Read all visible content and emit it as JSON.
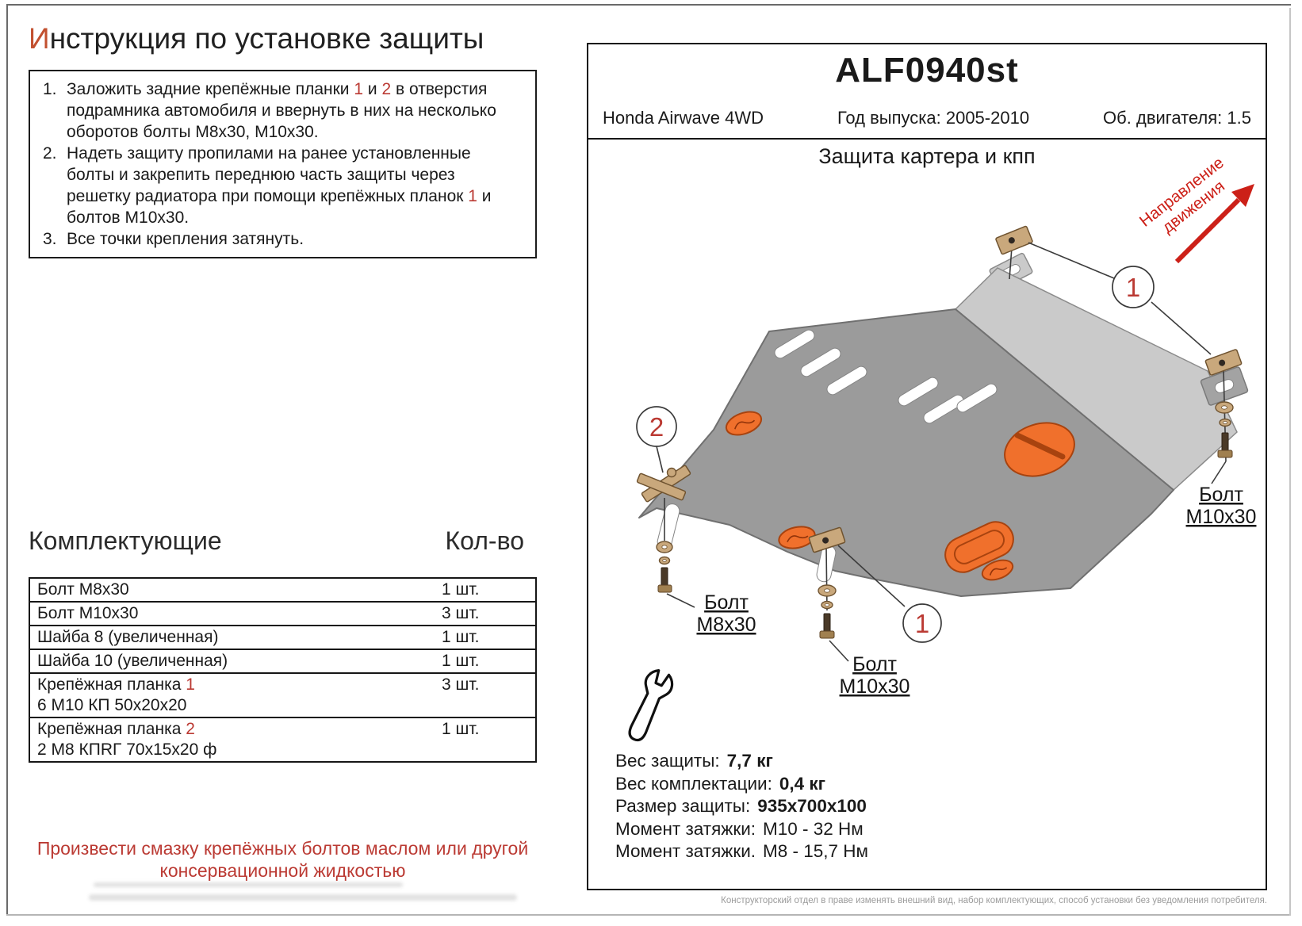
{
  "page": {
    "title": {
      "first_letter": "И",
      "rest": "нструкция по установке защиты"
    },
    "footnote": "Конструкторский отдел в праве изменять внешний вид, набор комплектующих, способ установки без уведомления потребителя."
  },
  "colors": {
    "red_accent": "#bb3a33",
    "red_bright": "#cc2018",
    "red_title": "#c2502f",
    "orange": "#f0702c",
    "orange_dark": "#a8430f",
    "plate_gray": "#9b9b9b",
    "flange_gray": "#cacaca",
    "tan": "#c9a87c"
  },
  "instructions": {
    "items": [
      {
        "number": "1.",
        "segments": [
          {
            "text": "Заложить задние крепёжные планки "
          },
          {
            "text": "1",
            "red": true
          },
          {
            "text": " и "
          },
          {
            "text": "2",
            "red": true
          },
          {
            "text": " в отверстия подрамника автомобиля и ввернуть в них на несколько оборотов болты М8х30, М10х30."
          }
        ]
      },
      {
        "number": "2.",
        "segments": [
          {
            "text": "Надеть защиту пропилами на ранее установленные болты и закрепить переднюю часть защиты через решетку радиатора при помощи крепёжных планок "
          },
          {
            "text": "1",
            "red": true
          },
          {
            "text": " и болтов М10х30."
          }
        ]
      },
      {
        "number": "3.",
        "segments": [
          {
            "text": "Все точки крепления затянуть."
          }
        ]
      }
    ]
  },
  "parts": {
    "heading": "Комплектующие",
    "qty_heading": "Кол-во",
    "rows": [
      {
        "lines": [
          [
            {
              "text": "Болт М8х30"
            }
          ]
        ],
        "qty": "1 шт."
      },
      {
        "lines": [
          [
            {
              "text": "Болт М10х30"
            }
          ]
        ],
        "qty": "3 шт."
      },
      {
        "lines": [
          [
            {
              "text": "Шайба 8 (увеличенная)"
            }
          ]
        ],
        "qty": "1 шт."
      },
      {
        "lines": [
          [
            {
              "text": "Шайба 10 (увеличенная)"
            }
          ]
        ],
        "qty": "1 шт."
      },
      {
        "lines": [
          [
            {
              "text": "Крепёжная планка "
            },
            {
              "text": "1",
              "red": true
            }
          ],
          [
            {
              "text": "6 М10 КП 50х20х20"
            }
          ]
        ],
        "qty": "3 шт."
      },
      {
        "lines": [
          [
            {
              "text": "Крепёжная планка "
            },
            {
              "text": "2",
              "red": true
            }
          ],
          [
            {
              "text": "2 М8 КПRГ 70х15х20 ф"
            }
          ]
        ],
        "qty": "1 шт."
      }
    ]
  },
  "note": {
    "line1": "Произвести смазку крепёжных болтов маслом или другой",
    "line2": "консервационной жидкостью"
  },
  "product": {
    "code": "ALF0940st",
    "model": "Honda Airwave 4WD",
    "year": "Год выпуска: 2005-2010",
    "engine": "Об. двигателя: 1.5"
  },
  "diagram": {
    "title": "Защита картера и кпп",
    "direction": {
      "line1": "Направление",
      "line2": "движения"
    },
    "callout_1": "1",
    "callout_2": "2",
    "labels": {
      "bolt_m8": {
        "line1": "Болт",
        "line2": "М8х30"
      },
      "bolt_m10_center": {
        "line1": "Болт",
        "line2": "М10х30"
      },
      "bolt_m10_right": {
        "line1": "Болт",
        "line2": "М10х30"
      }
    }
  },
  "specs": {
    "rows": [
      {
        "label": "Вес защиты:",
        "value": "7,7 кг",
        "bold": true
      },
      {
        "label": "Вес комплектации:",
        "value": "0,4 кг",
        "bold": true
      },
      {
        "label": "Размер защиты:",
        "value": "935х700х100",
        "bold": true
      },
      {
        "label": "Момент затяжки:",
        "value": "М10 - 32 Нм",
        "bold": false
      },
      {
        "label": "Момент затяжки.",
        "value": "М8 - 15,7 Нм",
        "bold": false
      }
    ]
  }
}
